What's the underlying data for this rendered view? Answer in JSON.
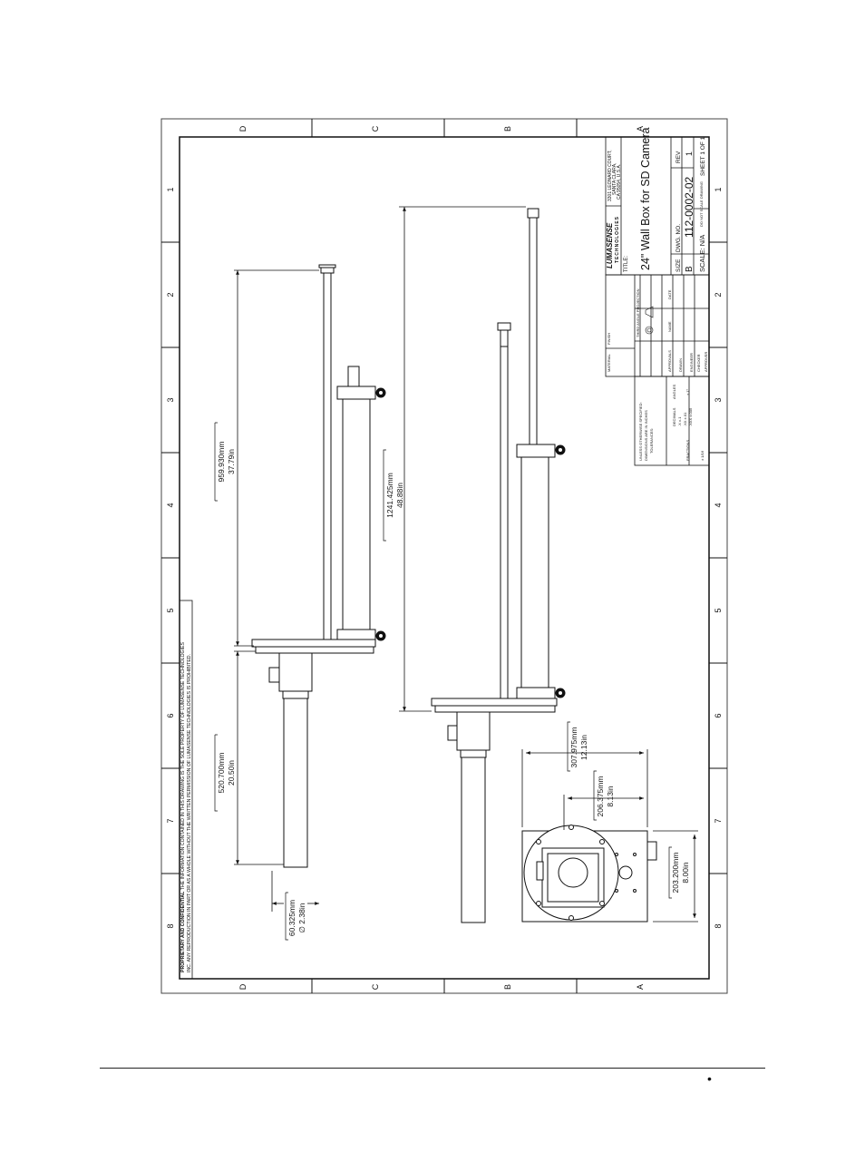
{
  "zone_letters": [
    "D",
    "C",
    "B",
    "A"
  ],
  "zone_numbers": [
    "1",
    "2",
    "3",
    "4",
    "5",
    "6",
    "7",
    "8"
  ],
  "notice": {
    "line1_bold": "PROPRIETARY AND CONFIDENTIAL",
    "line1_rest": " THE INFORMATION CONTAINED IN THIS DRAWING IS THE SOLE PROPERTY OF LUMASENSE TECHNOLOGIES",
    "line2": "INC. ANY REPRODUCTION IN PART OR AS A WHOLE WITHOUT THE WRITTEN PERMISSION OF LUMASENSE TECHNOLOGIES IS PROHIBITED."
  },
  "dimensions": {
    "top_length": {
      "mm": "959.930mm",
      "in": "37.79in"
    },
    "top_body": {
      "mm": "520.700mm",
      "in": "20.50in"
    },
    "pipe_dia": {
      "mm": "60.325mm",
      "in": "∅ 2.38in"
    },
    "bottom_length": {
      "mm": "1241.425mm",
      "in": "48.88in"
    },
    "box_height": {
      "mm": "307.975mm",
      "in": "12.13in"
    },
    "box_center": {
      "mm": "206.375mm",
      "in": "8.13in"
    },
    "box_width": {
      "mm": "203.200mm",
      "in": "8.00in"
    }
  },
  "title_block": {
    "company_logo_text": "LUMASENSE",
    "company_logo_sub": "TECHNOLOGIES",
    "address": [
      "3301 LEONARD COURT,",
      "SANTA CLARA,",
      "CA 95054, U.S.A."
    ],
    "title_label": "TITLE:",
    "title": "24\" Wall Box for SD Camera",
    "size_label": "SIZE",
    "size": "B",
    "dwg_label": "DWG. NO.",
    "dwg_no": "112-0002-02",
    "rev_label": "REV",
    "rev": "1",
    "scale": "SCALE: N/A",
    "sheet": "SHEET 1 OF 1",
    "do_not_scale": "DO NOT SCALE DRAWING",
    "material_label": "MATERIAL",
    "finish_label": "FINISH",
    "projection_label": "THIRD ANGLE PROJECTION",
    "approvals": [
      "APPROVALS",
      "DRAWN",
      "ENGINEER",
      "CHECKER",
      "APPROVER"
    ],
    "name_label": "NAME",
    "date_label": "DATE",
    "tol_note": [
      "UNLESS OTHERWISE SPECIFIED:",
      "DIMENSIONS ARE IN INCHES",
      "TOLERANCES:"
    ],
    "tol_fractions": [
      "FRACTIONS",
      "± 1/16"
    ],
    "tol_decimals": [
      "DECIMALS",
      ".X   ±.1",
      ".XX  ±.01",
      ".XXX ±.005"
    ],
    "tol_angles": [
      "ANGLES",
      "± 1°"
    ]
  },
  "footer": {
    "bullet": "•"
  }
}
